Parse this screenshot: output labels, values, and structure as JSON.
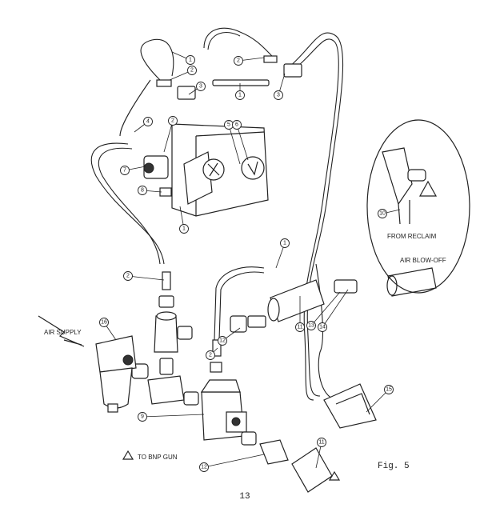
{
  "labels": {
    "air_supply": "AIR SUPPLY",
    "air_blow_off": "AIR BLOW-OFF",
    "from_reclaim": "FROM RECLAIM",
    "legend": "TO BNP GUN",
    "figure": "Fig. 5",
    "page_number": "13"
  },
  "callouts": [
    "1",
    "2",
    "2",
    "3",
    "1",
    "3",
    "4",
    "2",
    "5",
    "6",
    "7",
    "8",
    "1",
    "10",
    "1",
    "2",
    "16",
    "12",
    "11",
    "13",
    "14",
    "2",
    "15",
    "9",
    "11",
    "12"
  ]
}
